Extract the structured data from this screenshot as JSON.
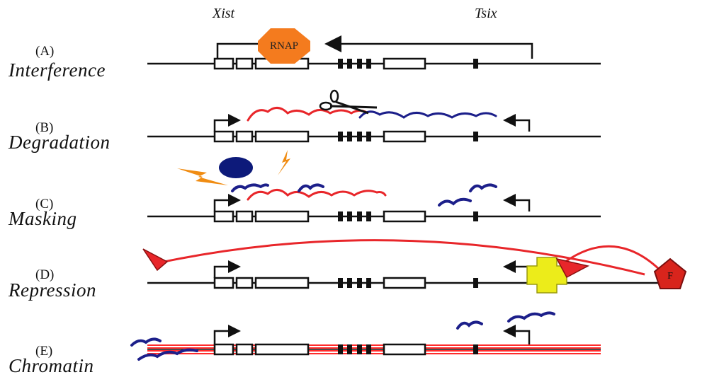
{
  "genes": {
    "xist": "Xist",
    "tsix": "Tsix"
  },
  "panels": [
    {
      "letter": "(A)",
      "name": "Interference"
    },
    {
      "letter": "(B)",
      "name": "Degradation"
    },
    {
      "letter": "(C)",
      "name": "Masking"
    },
    {
      "letter": "(D)",
      "name": "Repression"
    },
    {
      "letter": "(E)",
      "name": "Chromatin"
    }
  ],
  "labels": {
    "polymerase": "RNAP",
    "factor": "F"
  },
  "colors": {
    "xist_rna": "#e8262a",
    "tsix_rna": "#1c1f8a",
    "polymerase": "#f47b1e",
    "complex_dot": "#0d1a7a",
    "bolt": "#f08c12",
    "yellow_factor": "#ecec1a",
    "repressor": "#d8241c",
    "chromatin": "#ff2b2b"
  }
}
